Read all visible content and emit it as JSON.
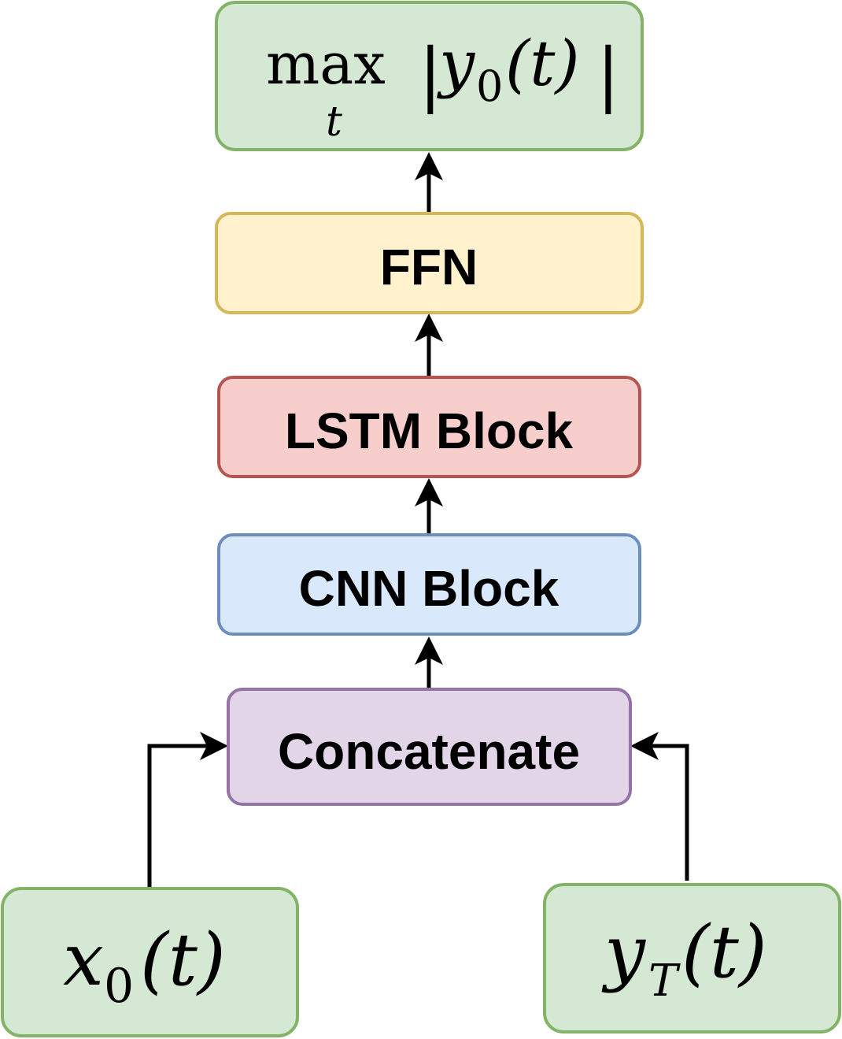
{
  "diagram": {
    "nodes": {
      "output": {
        "fill": "#d5e8d4",
        "stroke": "#82b366",
        "op": "max",
        "op_sub": "t",
        "bar_left": "|",
        "var": "y",
        "var_sub": "0",
        "arg": "(t)",
        "bar_right": "|"
      },
      "ffn": {
        "label": "FFN",
        "fill": "#fff2cc",
        "stroke": "#d6b656"
      },
      "lstm": {
        "label": "LSTM Block",
        "fill": "#f8cecc",
        "stroke": "#b85450"
      },
      "cnn": {
        "label": "CNN Block",
        "fill": "#dae8fc",
        "stroke": "#6c8ebf"
      },
      "concat": {
        "label": "Concatenate",
        "fill": "#e1d5e7",
        "stroke": "#9673a6"
      },
      "input_x": {
        "fill": "#d5e8d4",
        "stroke": "#82b366",
        "var": "x",
        "var_sub": "0",
        "arg": "(t)"
      },
      "input_y": {
        "fill": "#d5e8d4",
        "stroke": "#82b366",
        "var": "y",
        "var_sub": "T",
        "arg": "(t)"
      }
    },
    "edges": [
      {
        "from": "input_x",
        "to": "concat"
      },
      {
        "from": "input_y",
        "to": "concat"
      },
      {
        "from": "concat",
        "to": "cnn"
      },
      {
        "from": "cnn",
        "to": "lstm"
      },
      {
        "from": "lstm",
        "to": "ffn"
      },
      {
        "from": "ffn",
        "to": "output"
      }
    ],
    "edge_color": "#000000"
  }
}
